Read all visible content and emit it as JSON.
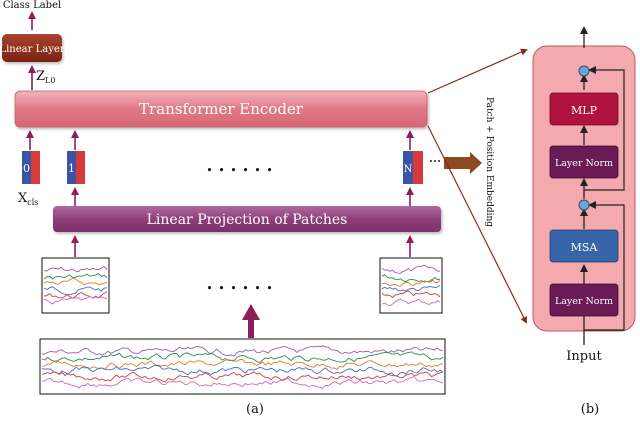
{
  "labels": {
    "class_label": "Class Label",
    "linear_layer": "Linear Layer",
    "z_main": "Z",
    "z_sub": "L0",
    "transformer_encoder": "Transformer Encoder",
    "dots_top": "• • • • • •",
    "dots_mid": "• • • • • •",
    "token_0": "0",
    "token_1": "1",
    "token_n": "N",
    "x_main": "X",
    "x_sub": "cls",
    "linear_projection": "Linear Projection of Patches",
    "patch_position_embedding": "Patch + Position Embedding",
    "mlp": "MLP",
    "layer_norm_top": "Layer Norm",
    "msa": "MSA",
    "layer_norm_bottom": "Layer Norm",
    "input": "Input",
    "caption_a": "(a)",
    "caption_b": "(b)"
  },
  "colors": {
    "linear_layer": "#8b2a1a",
    "transformer_fill": "#e27b86",
    "transformer_top": "#efb0b7",
    "projection": "#8f3f7a",
    "arrow": "#8c1f5a",
    "panel": "#f3a9ae",
    "mlp": "#b0123e",
    "layer_norm": "#6a1a55",
    "msa": "#3865a8",
    "token_red": "#d8393a",
    "token_blue": "#3a54a6",
    "connector": "#8b4a1f"
  }
}
